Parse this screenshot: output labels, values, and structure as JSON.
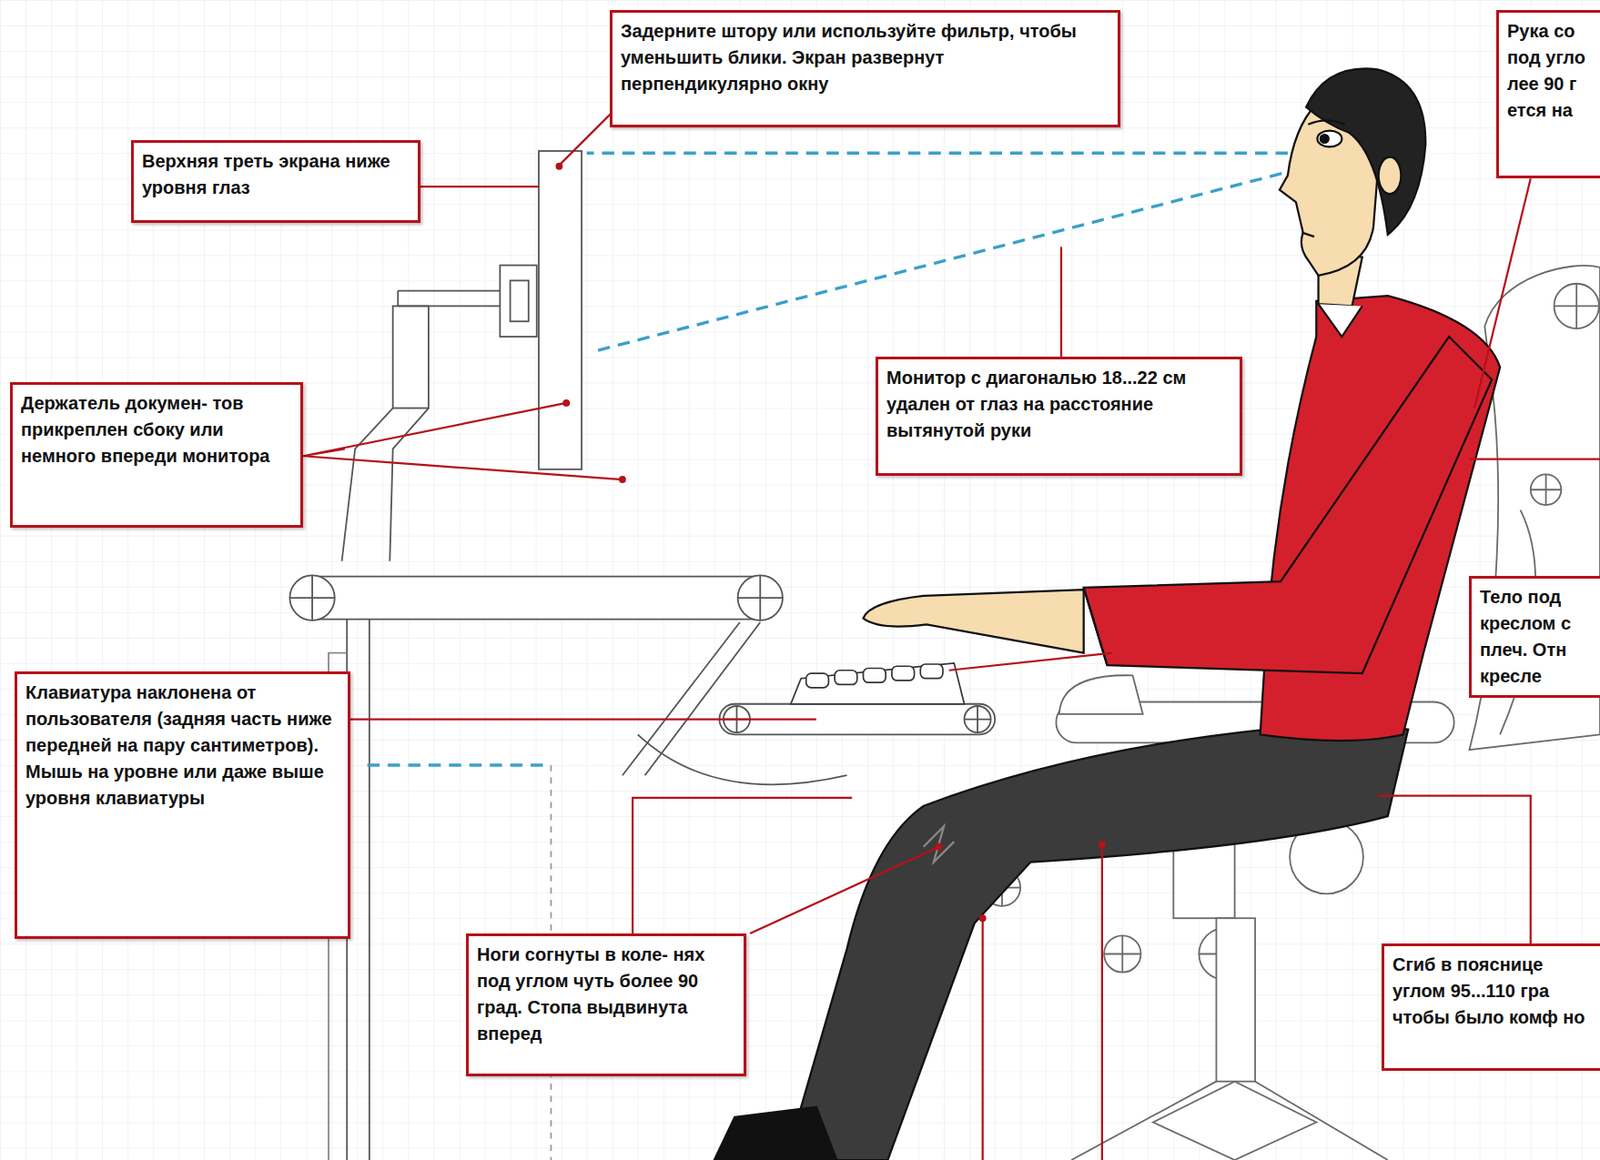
{
  "diagram": {
    "nodes": [
      {
        "text": [
          "Задерните штору или используйте фильтр, чтобы уменьшить блики. Экран развернут перпендикулярно окну"
        ]
      },
      {
        "text": [
          "Рука со под угло лее 90 г ется на"
        ]
      },
      {
        "text": [
          "Верхняя треть экрана ниже уровня глаз"
        ]
      },
      {
        "text": [
          "Монитор с диагональю 18...22 см удален от глаз на расстояние вытянутой руки"
        ]
      },
      {
        "text": [
          "Держатель докумен- тов прикреплен сбоку или немного впереди монитора"
        ]
      },
      {
        "text": [
          "Тело под креслом с плеч. Отн кресле"
        ]
      },
      {
        "text": [
          "Клавиатура наклонена от пользователя (задняя часть ниже передней на пару сантиметров). Мышь на уровне или даже выше уровня клавиатуры"
        ]
      },
      {
        "text": [
          "Ноги согнуты в коле- нях под углом чуть более 90 град. Стопа выдвинута вперед"
        ]
      },
      {
        "text": [
          "Сгиб в пояснице углом 95...110 гра чтобы было комф но"
        ]
      }
    ]
  }
}
